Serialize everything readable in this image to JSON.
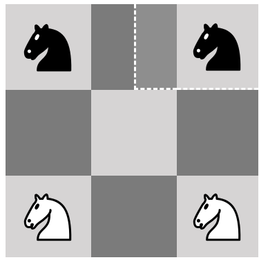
{
  "board": {
    "colors": {
      "light": "#d6d4d4",
      "dark": "#7b7b7b",
      "highlight": "#8e8e8e",
      "dashed_outline": "#ffffff"
    },
    "selected_square_style": "dashed outline",
    "pieces": [
      {
        "type": "knight",
        "color": "black",
        "icon": "black-knight-icon"
      },
      {
        "type": "knight",
        "color": "black",
        "icon": "black-knight-icon"
      },
      {
        "type": "knight",
        "color": "white",
        "icon": "white-knight-icon"
      },
      {
        "type": "knight",
        "color": "white",
        "icon": "white-knight-icon"
      }
    ]
  }
}
